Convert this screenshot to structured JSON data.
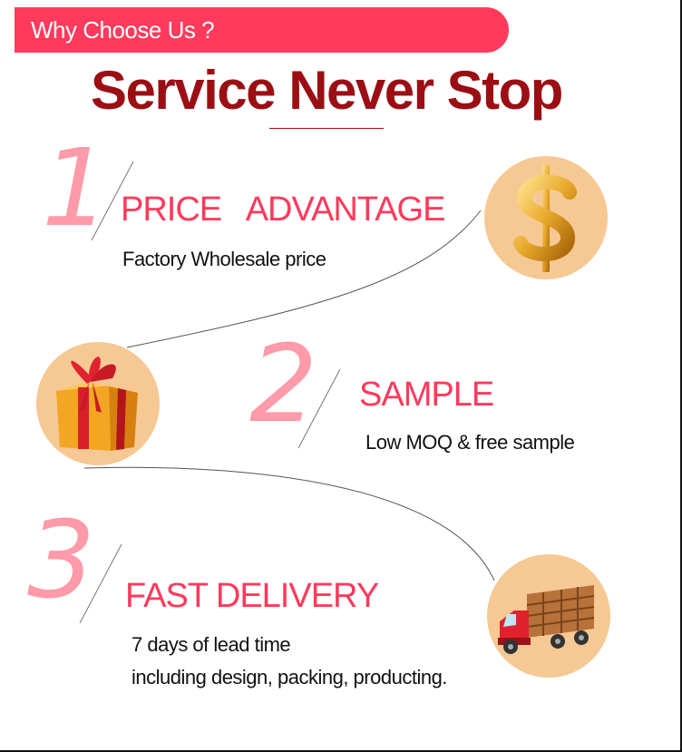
{
  "banner": {
    "label": "Why Choose Us ?"
  },
  "title": "Service Never Stop",
  "features": [
    {
      "number": "1",
      "title": "PRICE   ADVANTAGE",
      "desc": [
        "Factory Wholesale price"
      ],
      "icon": "dollar-icon"
    },
    {
      "number": "2",
      "title": "SAMPLE",
      "desc": [
        "Low MOQ & free sample"
      ],
      "icon": "gift-box-icon"
    },
    {
      "number": "3",
      "title": "FAST DELIVERY",
      "desc": [
        "7 days of lead time",
        "including design, packing, producting."
      ],
      "icon": "truck-icon"
    }
  ],
  "colors": {
    "accent": "#ff3a5c",
    "title": "#9b0f14",
    "number": "#ff9aa8",
    "circle": "#f6c894"
  }
}
